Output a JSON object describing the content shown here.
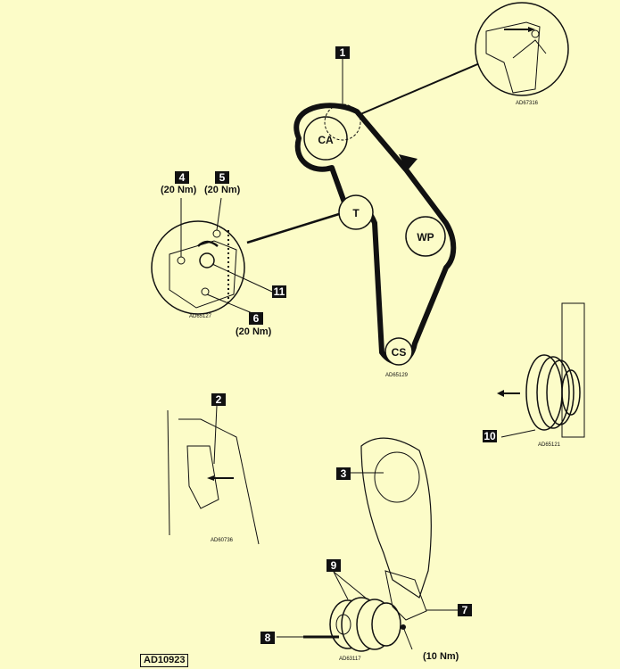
{
  "figure_ref": "AD10923",
  "callouts": {
    "c1": "1",
    "c2": "2",
    "c3": "3",
    "c4": "4",
    "c5": "5",
    "c6": "6",
    "c7": "7",
    "c8": "8",
    "c9": "9",
    "c10": "10",
    "c11": "11"
  },
  "torques": {
    "t4": "(20 Nm)",
    "t5": "(20 Nm)",
    "t6": "(20 Nm)",
    "t7": "(10 Nm)"
  },
  "pulleys": {
    "ca": "CA",
    "t": "T",
    "wp": "WP",
    "cs": "CS"
  },
  "detail_codes": {
    "top_right": "AD67316",
    "main": "AD65129",
    "tensioner": "AD65127",
    "left": "AD60736",
    "right": "AD65121",
    "bottom": "AD63117"
  },
  "colors": {
    "background": "#fcfcc8",
    "ink": "#111111"
  }
}
